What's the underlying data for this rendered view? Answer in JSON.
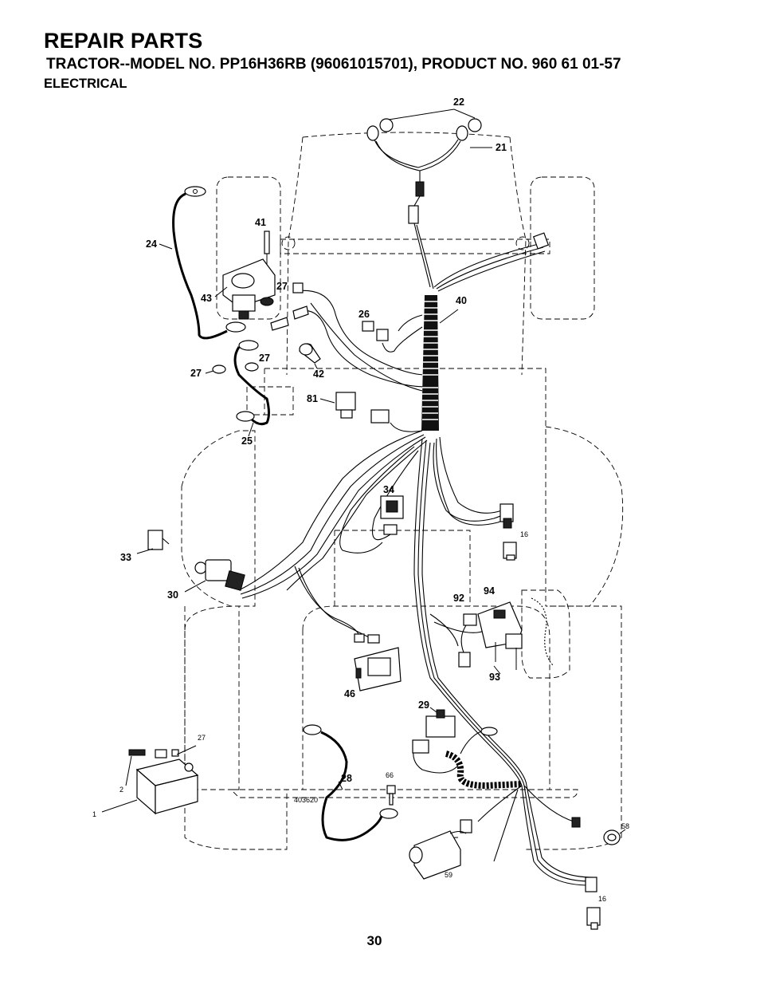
{
  "header": {
    "title": "REPAIR PARTS",
    "subtitle": "TRACTOR--MODEL NO. PP16H36RB (96061015701), PRODUCT NO. 960 61 01-57",
    "section": "ELECTRICAL"
  },
  "page_number": "30",
  "diagram_ref": "403620",
  "callouts": [
    {
      "id": "c22",
      "text": "22"
    },
    {
      "id": "c21",
      "text": "21"
    },
    {
      "id": "c41",
      "text": "41"
    },
    {
      "id": "c24",
      "text": "24"
    },
    {
      "id": "c43",
      "text": "43"
    },
    {
      "id": "c27a",
      "text": "27"
    },
    {
      "id": "c40",
      "text": "40"
    },
    {
      "id": "c26",
      "text": "26"
    },
    {
      "id": "c27b",
      "text": "27"
    },
    {
      "id": "c27c",
      "text": "27"
    },
    {
      "id": "c42",
      "text": "42"
    },
    {
      "id": "c81",
      "text": "81"
    },
    {
      "id": "c25",
      "text": "25"
    },
    {
      "id": "c34",
      "text": "34"
    },
    {
      "id": "c16a",
      "text": "16"
    },
    {
      "id": "c33",
      "text": "33"
    },
    {
      "id": "c30",
      "text": "30"
    },
    {
      "id": "c92",
      "text": "92"
    },
    {
      "id": "c94",
      "text": "94"
    },
    {
      "id": "c93",
      "text": "93"
    },
    {
      "id": "c46",
      "text": "46"
    },
    {
      "id": "c29",
      "text": "29"
    },
    {
      "id": "c27d",
      "text": "27"
    },
    {
      "id": "c28",
      "text": "28"
    },
    {
      "id": "c66",
      "text": "66"
    },
    {
      "id": "c2",
      "text": "2"
    },
    {
      "id": "c1",
      "text": "1"
    },
    {
      "id": "c58",
      "text": "58"
    },
    {
      "id": "c59",
      "text": "59"
    },
    {
      "id": "c16b",
      "text": "16"
    }
  ]
}
